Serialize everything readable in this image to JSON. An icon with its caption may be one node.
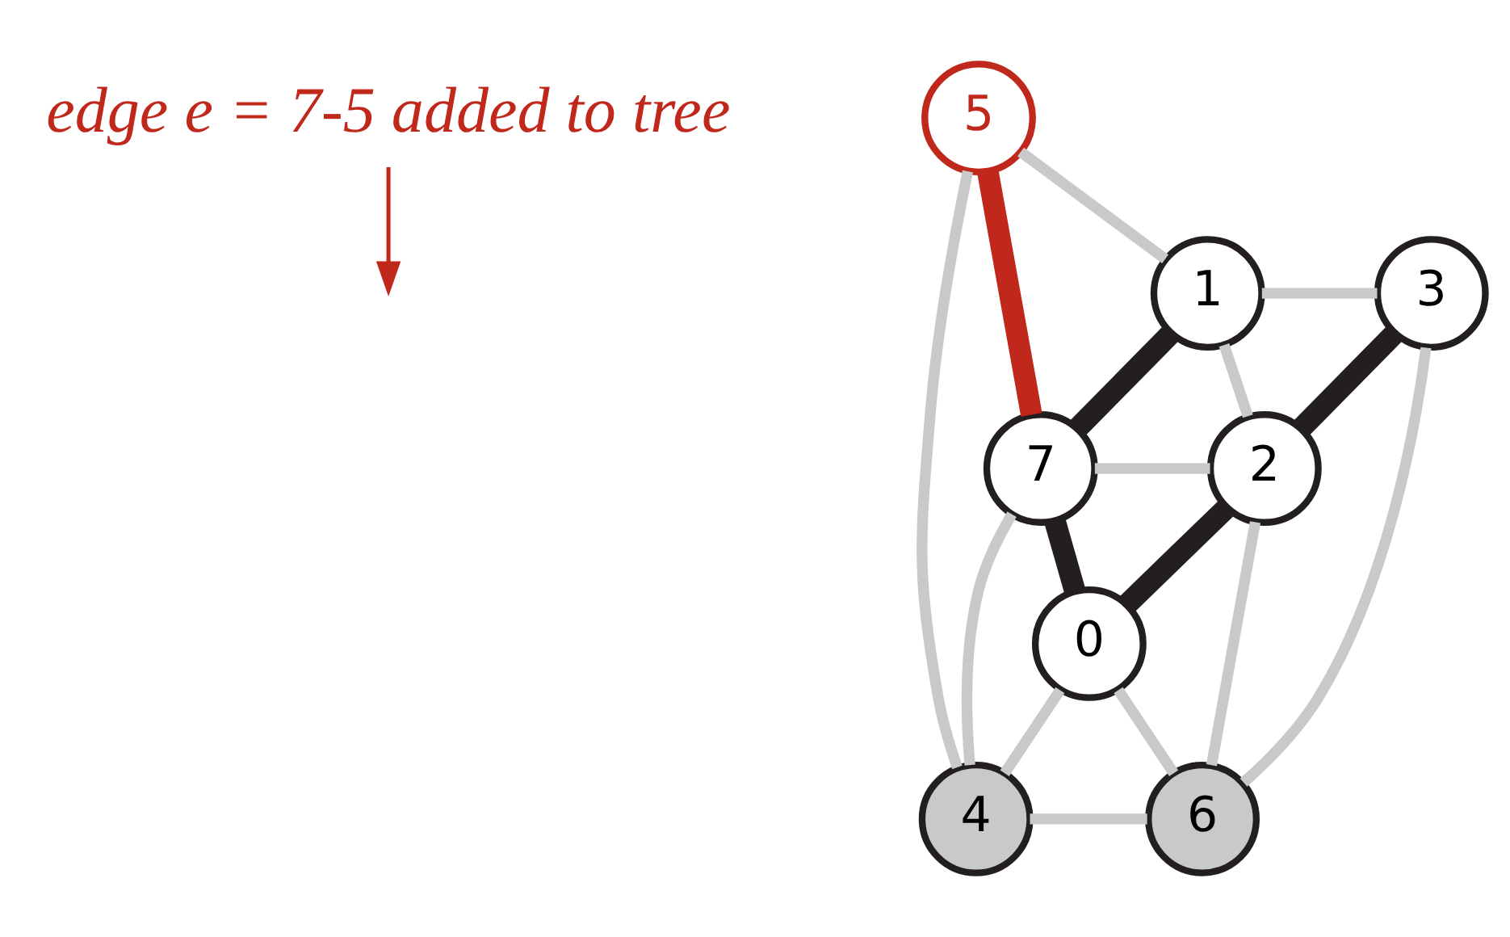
{
  "diagram": {
    "nodes": [
      {
        "text": [
          "edge e = 7-5 added to tree"
        ]
      },
      {
        "text": [
          "1"
        ]
      },
      {
        "text": [
          "5"
        ]
      },
      {
        "text": [
          "3"
        ]
      },
      {
        "text": [
          "7"
        ]
      },
      {
        "text": [
          "2"
        ]
      },
      {
        "text": [
          "0"
        ]
      },
      {
        "text": [
          "4"
        ]
      },
      {
        "text": [
          "6"
        ]
      }
    ],
    "edges": [
      {
        "from": 0,
        "to": null,
        "arrow": "to",
        "color": "#c0281c"
      },
      {
        "from": 2,
        "to": 1,
        "arrow": "none"
      },
      {
        "from": 1,
        "to": 3,
        "arrow": "none"
      },
      {
        "from": 2,
        "to": 4,
        "arrow": "none",
        "style": "thick",
        "color": "#c0281c"
      },
      {
        "from": 1,
        "to": 4,
        "arrow": "none",
        "style": "thick",
        "color": "#231f20"
      },
      {
        "from": 1,
        "to": 5,
        "arrow": "none"
      },
      {
        "from": 3,
        "to": 5,
        "arrow": "none",
        "style": "thick",
        "color": "#231f20"
      },
      {
        "from": 3,
        "to": 8,
        "arrow": "none"
      },
      {
        "from": 4,
        "to": 5,
        "arrow": "none"
      },
      {
        "from": 4,
        "to": 6,
        "arrow": "none",
        "style": "thick",
        "color": "#231f20"
      },
      {
        "from": 6,
        "to": 5,
        "arrow": "none",
        "style": "thick",
        "color": "#231f20"
      },
      {
        "from": 2,
        "to": 7,
        "arrow": "none"
      },
      {
        "from": 4,
        "to": 7,
        "arrow": "none"
      },
      {
        "from": 7,
        "to": 6,
        "arrow": "none"
      },
      {
        "from": 6,
        "to": 8,
        "arrow": "none"
      },
      {
        "from": 5,
        "to": 8,
        "arrow": "none"
      },
      {
        "from": 7,
        "to": 8,
        "arrow": "none"
      }
    ]
  }
}
